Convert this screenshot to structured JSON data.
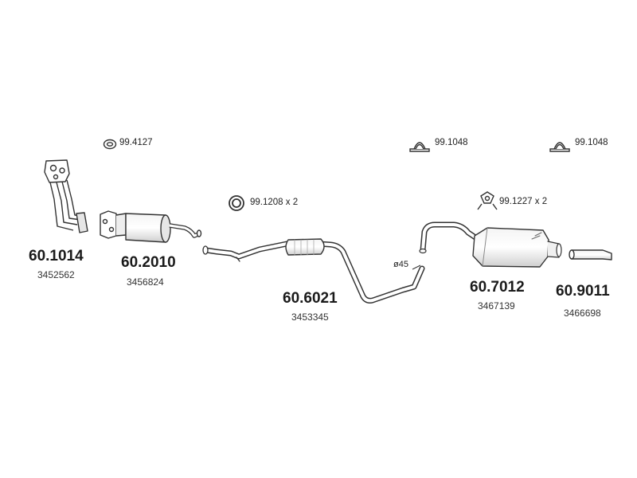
{
  "parts": [
    {
      "id": "front-pipe",
      "number": "60.1014",
      "oem": "3452562"
    },
    {
      "id": "front-silencer",
      "number": "60.2010",
      "oem": "3456824"
    },
    {
      "id": "middle-pipe",
      "number": "60.6021",
      "oem": "3453345"
    },
    {
      "id": "rear-silencer",
      "number": "60.7012",
      "oem": "3467139"
    },
    {
      "id": "tail-pipe",
      "number": "60.9011",
      "oem": "3466698"
    }
  ],
  "accessories": [
    {
      "id": "gasket",
      "label": "99.4127"
    },
    {
      "id": "clamp-1",
      "label": "99.1048"
    },
    {
      "id": "clamp-2",
      "label": "99.1048"
    },
    {
      "id": "ring",
      "label": "99.1208 x 2"
    },
    {
      "id": "hanger",
      "label": "99.1227 x 2"
    }
  ],
  "pipe_diameter": "ø45",
  "colors": {
    "line": "#333333",
    "fill": "#ffffff",
    "shade": "#d8d8d8"
  }
}
